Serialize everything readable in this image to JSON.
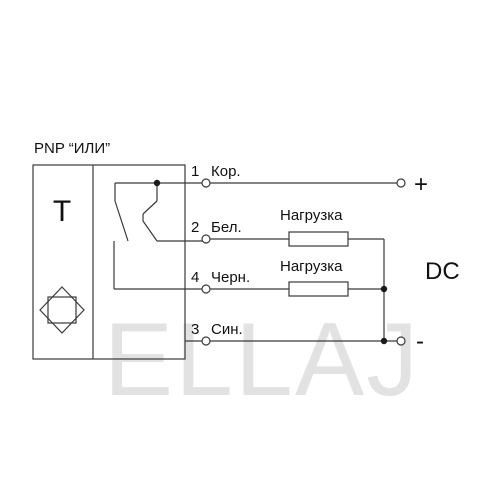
{
  "watermark": "ELLAJ",
  "sensor": {
    "type_label": "PNP “ИЛИ”",
    "block_letter": "T"
  },
  "wires": [
    {
      "number": "1",
      "name": "Кор."
    },
    {
      "number": "2",
      "name": "Бел."
    },
    {
      "number": "4",
      "name": "Черн."
    },
    {
      "number": "3",
      "name": "Син."
    }
  ],
  "loads": [
    {
      "label": "Нагрузка"
    },
    {
      "label": "Нагрузка"
    }
  ],
  "supply": {
    "plus": "+",
    "minus": "-",
    "label": "DC"
  }
}
